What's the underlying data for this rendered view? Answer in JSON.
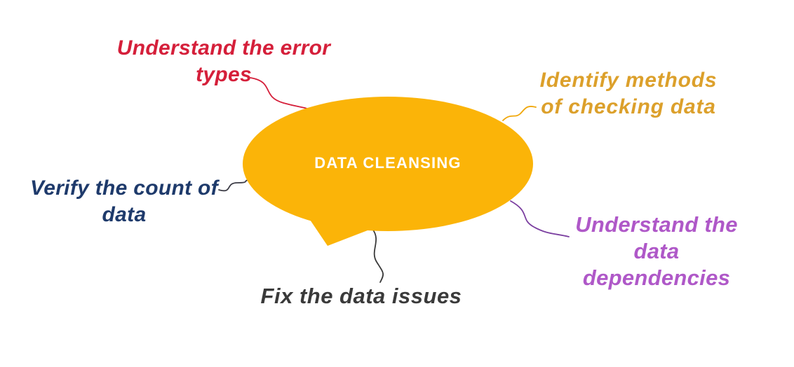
{
  "diagram": {
    "type": "mind-map",
    "center": {
      "label": "DATA CLEANSING",
      "fill": "#FBB408",
      "text_color": "#FFFFFF",
      "shape": "speech-bubble-ellipse"
    },
    "branches": [
      {
        "id": "error-types",
        "label": "Understand the error\ntypes",
        "color": "#D51F3A",
        "connector_color": "#D51F3A",
        "position": "top-left"
      },
      {
        "id": "identify-methods",
        "label": "Identify methods\nof checking data",
        "color": "#DCA02B",
        "connector_color": "#F0A70B",
        "position": "top-right"
      },
      {
        "id": "verify-count",
        "label": "Verify the count of\ndata",
        "color": "#1E3A6B",
        "connector_color": "#3C3C46",
        "position": "left"
      },
      {
        "id": "data-dependencies",
        "label": "Understand the\ndata\ndependencies",
        "color": "#AF58C8",
        "connector_color": "#7B3FA0",
        "position": "bottom-right"
      },
      {
        "id": "fix-issues",
        "label": "Fix the data issues",
        "color": "#3A3A3A",
        "connector_color": "#3A3A3A",
        "position": "bottom"
      }
    ]
  }
}
